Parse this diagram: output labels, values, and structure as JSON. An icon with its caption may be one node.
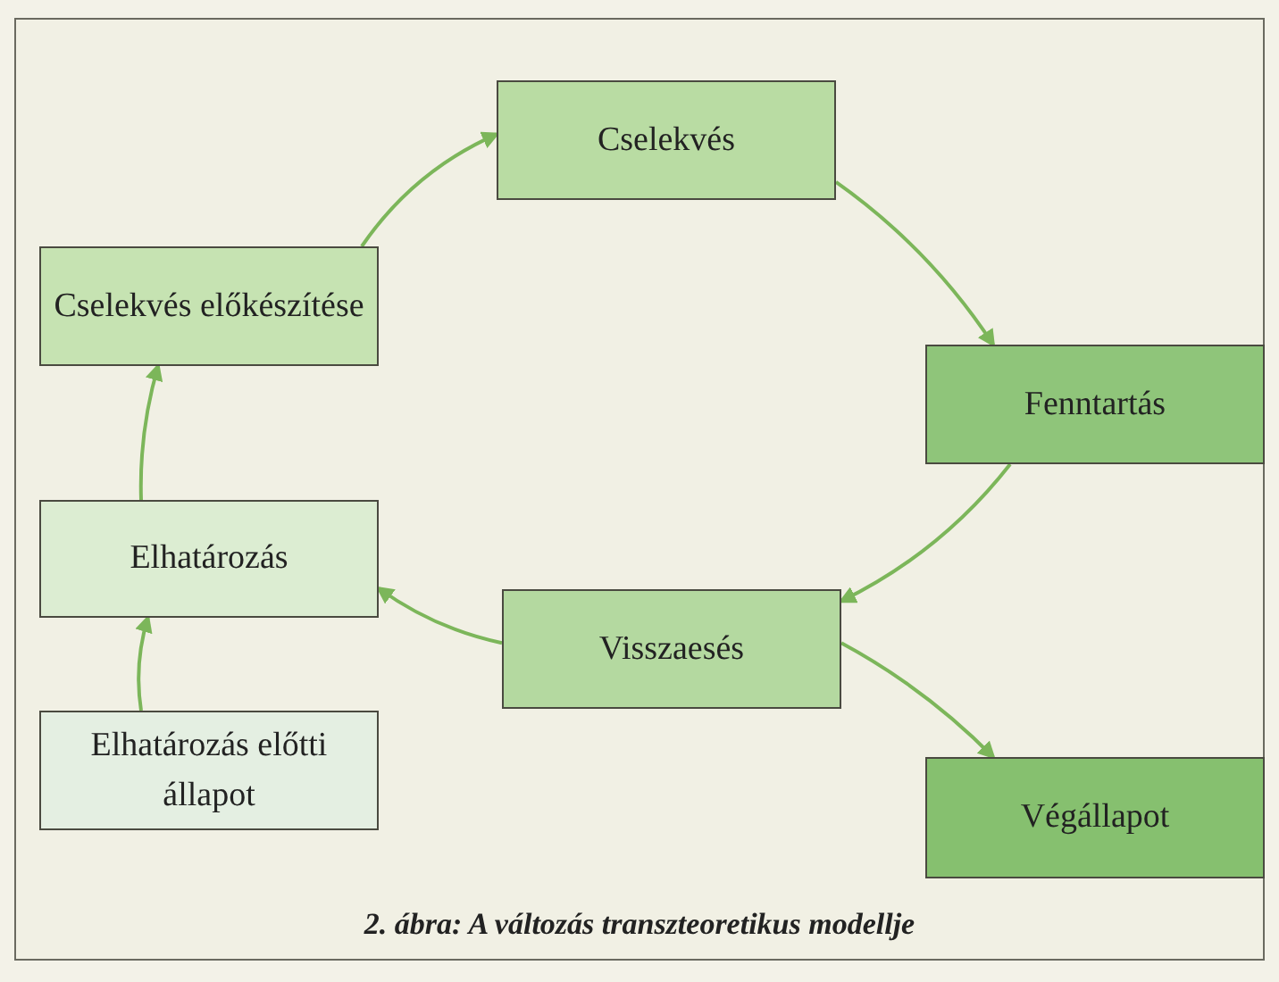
{
  "diagram": {
    "caption": "2. ábra: A változás transzteoretikus modellje",
    "nodes": [
      {
        "text": [
          "Cselekvés"
        ]
      },
      {
        "text": [
          "Cselekvés előkészítése"
        ]
      },
      {
        "text": [
          "Fenntartás"
        ]
      },
      {
        "text": [
          "Elhatározás"
        ]
      },
      {
        "text": [
          "Visszaesés"
        ]
      },
      {
        "text": [
          "Elhatározás előtti állapot"
        ]
      },
      {
        "text": [
          "Végállapot"
        ]
      }
    ],
    "edges": [
      {
        "from": 5,
        "to": 3,
        "arrow": "to"
      },
      {
        "from": 3,
        "to": 1,
        "arrow": "to"
      },
      {
        "from": 1,
        "to": 0,
        "arrow": "to"
      },
      {
        "from": 0,
        "to": 2,
        "arrow": "to"
      },
      {
        "from": 2,
        "to": 4,
        "arrow": "to"
      },
      {
        "from": 4,
        "to": 3,
        "arrow": "to"
      },
      {
        "from": 4,
        "to": 6,
        "arrow": "to"
      }
    ]
  }
}
